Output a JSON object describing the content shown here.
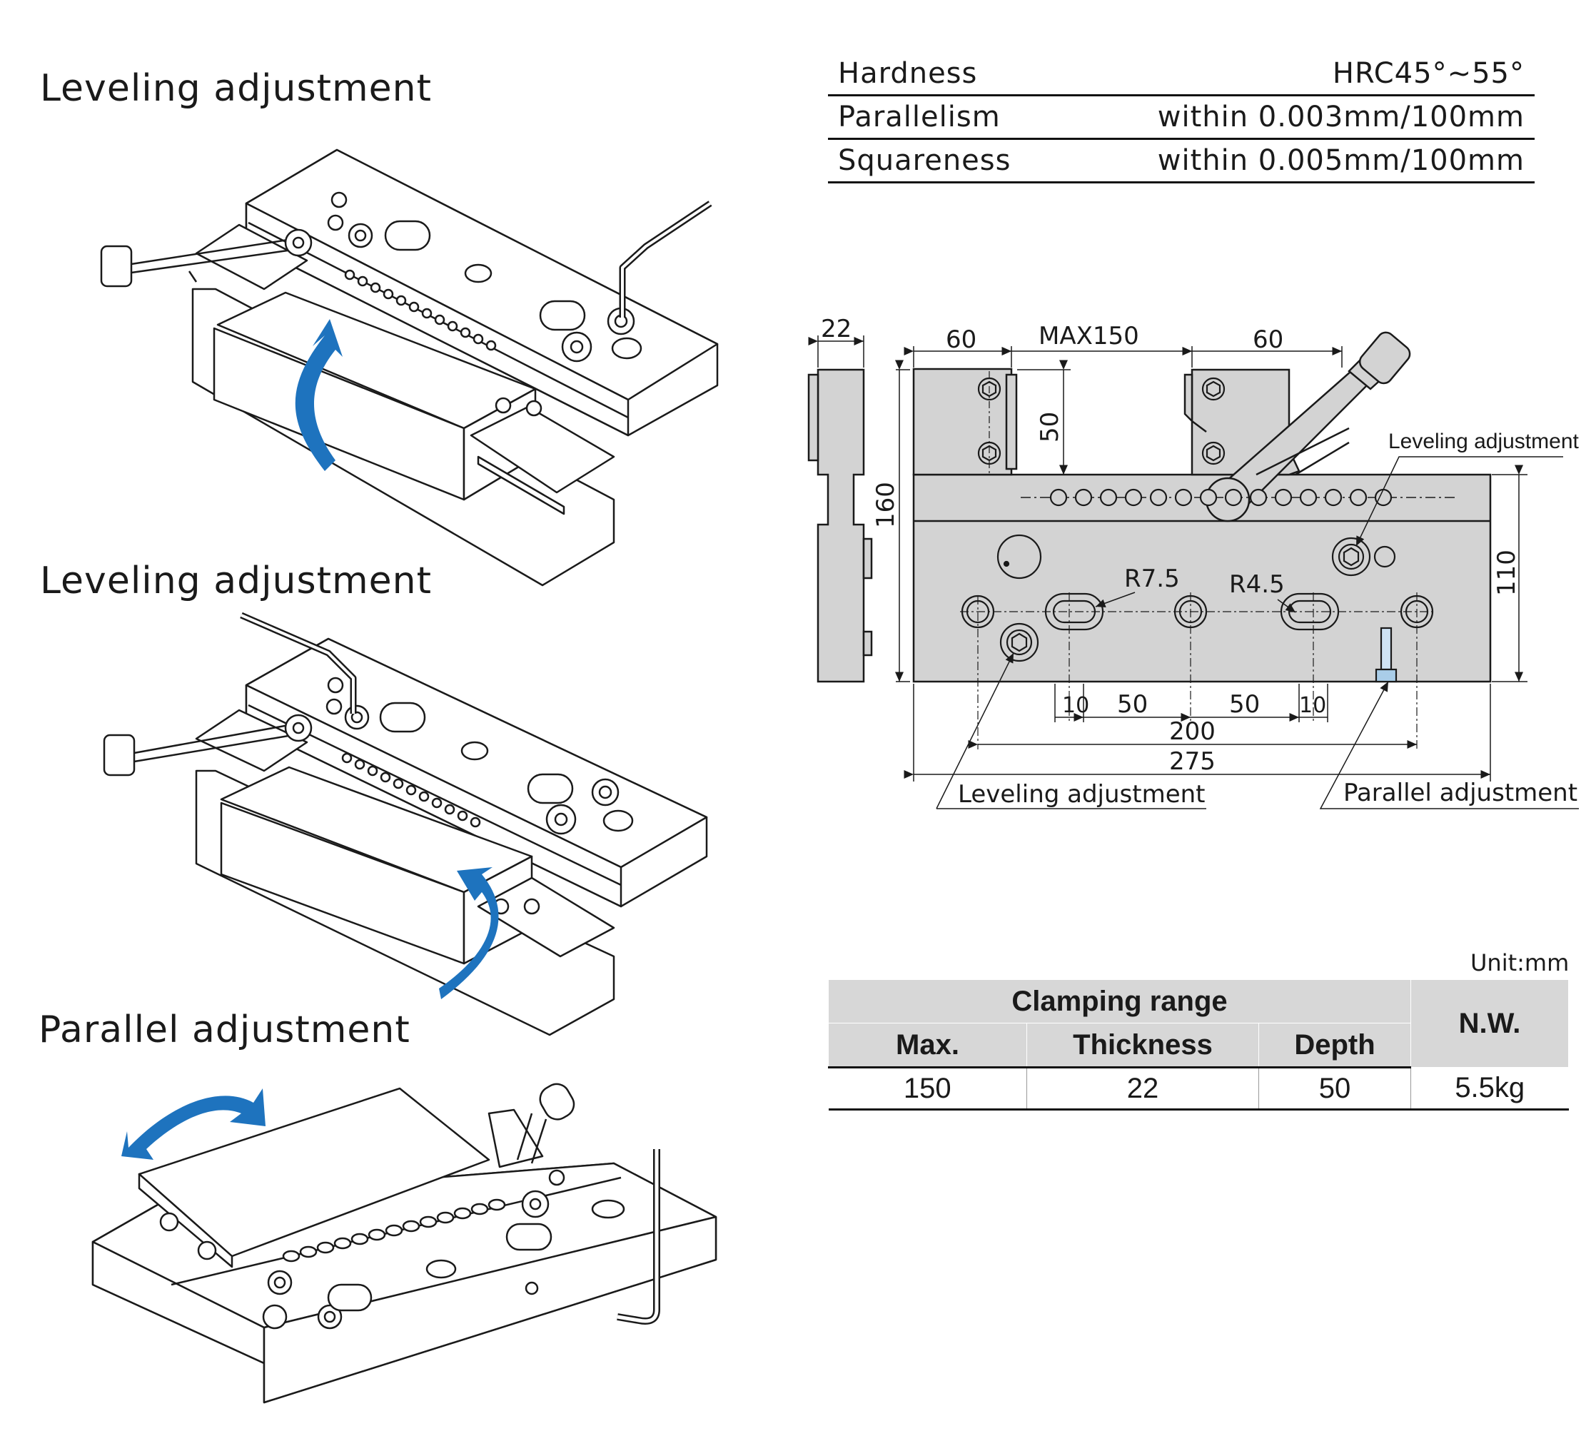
{
  "headings": {
    "leveling_1": "Leveling adjustment",
    "leveling_2": "Leveling adjustment",
    "parallel": "Parallel adjustment"
  },
  "specs": [
    {
      "label": "Hardness",
      "value": "HRC45°~55°"
    },
    {
      "label": "Parallelism",
      "value": "within 0.003mm/100mm"
    },
    {
      "label": "Squareness",
      "value": "within 0.005mm/100mm"
    }
  ],
  "drawing": {
    "dims": {
      "side_width": "22",
      "left_jaw": "60",
      "max_opening": "MAX150",
      "right_jaw": "60",
      "jaw_height": "50",
      "total_height": "160",
      "body_height": "110",
      "r_large": "R7.5",
      "r_small": "R4.5",
      "slot_a": "10",
      "gap_a": "50",
      "gap_b": "50",
      "slot_b": "10",
      "hole_span": "200",
      "total_length": "275"
    },
    "callouts": {
      "leveling_top": "Leveling adjustment",
      "leveling_bottom": "Leveling adjustment",
      "parallel": "Parallel adjustment"
    }
  },
  "colors": {
    "arrow": "#1e73be",
    "steel": "#d3d3d3",
    "line": "#1a1a1a"
  },
  "unit_label": "Unit:mm",
  "table": {
    "group_header": "Clamping range",
    "columns": [
      "Max.",
      "Thickness",
      "Depth"
    ],
    "nw_header": "N.W.",
    "row": [
      "150",
      "22",
      "50",
      "5.5kg"
    ]
  }
}
